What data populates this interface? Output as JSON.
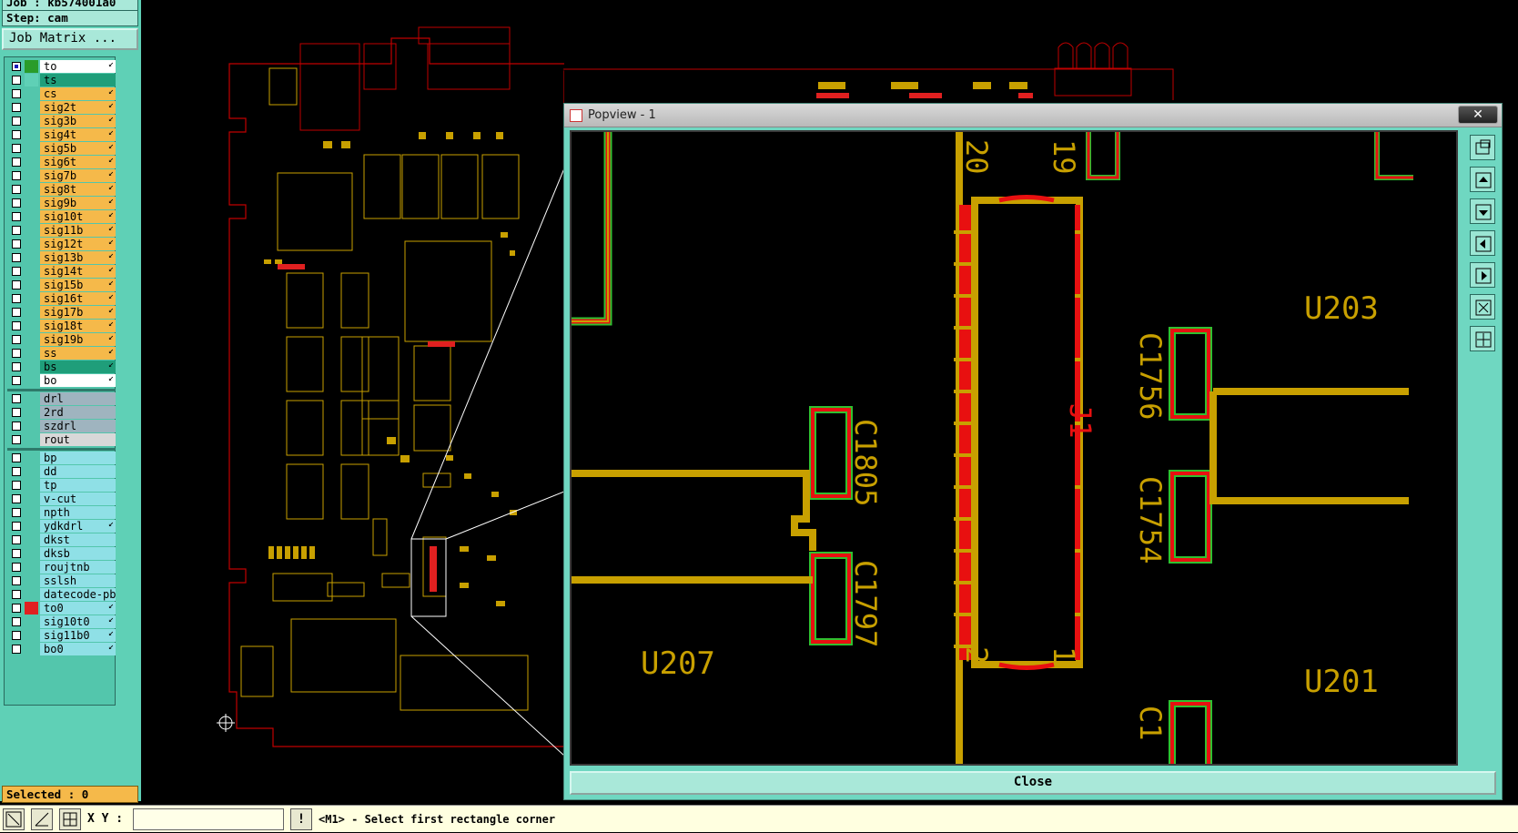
{
  "left_panel": {
    "job_text": "Job : kb574001a0",
    "step_text": "Step: cam",
    "job_matrix_label": "Job Matrix ...",
    "selected_text": "Selected : 0",
    "layers": [
      {
        "name": "to",
        "swatch": "#2a9c2a",
        "bg": "#ffffff",
        "arrow": "↙",
        "selected": true
      },
      {
        "name": "ts",
        "swatch": "#5fd0b6",
        "bg": "#1f9e7a",
        "arrow": ""
      },
      {
        "name": "cs",
        "swatch": "",
        "bg": "#f5b94a",
        "arrow": "↙"
      },
      {
        "name": "sig2t",
        "swatch": "",
        "bg": "#f5b94a",
        "arrow": "↙"
      },
      {
        "name": "sig3b",
        "swatch": "",
        "bg": "#f5b94a",
        "arrow": "↙"
      },
      {
        "name": "sig4t",
        "swatch": "",
        "bg": "#f5b94a",
        "arrow": "↙"
      },
      {
        "name": "sig5b",
        "swatch": "",
        "bg": "#f5b94a",
        "arrow": "↙"
      },
      {
        "name": "sig6t",
        "swatch": "",
        "bg": "#f5b94a",
        "arrow": "↙"
      },
      {
        "name": "sig7b",
        "swatch": "",
        "bg": "#f5b94a",
        "arrow": "↙"
      },
      {
        "name": "sig8t",
        "swatch": "",
        "bg": "#f5b94a",
        "arrow": "↙"
      },
      {
        "name": "sig9b",
        "swatch": "",
        "bg": "#f5b94a",
        "arrow": "↙"
      },
      {
        "name": "sig10t",
        "swatch": "",
        "bg": "#f5b94a",
        "arrow": "↙"
      },
      {
        "name": "sig11b",
        "swatch": "",
        "bg": "#f5b94a",
        "arrow": "↙"
      },
      {
        "name": "sig12t",
        "swatch": "",
        "bg": "#f5b94a",
        "arrow": "↙"
      },
      {
        "name": "sig13b",
        "swatch": "",
        "bg": "#f5b94a",
        "arrow": "↙"
      },
      {
        "name": "sig14t",
        "swatch": "",
        "bg": "#f5b94a",
        "arrow": "↙"
      },
      {
        "name": "sig15b",
        "swatch": "",
        "bg": "#f5b94a",
        "arrow": "↙"
      },
      {
        "name": "sig16t",
        "swatch": "",
        "bg": "#f5b94a",
        "arrow": "↙"
      },
      {
        "name": "sig17b",
        "swatch": "",
        "bg": "#f5b94a",
        "arrow": "↙"
      },
      {
        "name": "sig18t",
        "swatch": "",
        "bg": "#f5b94a",
        "arrow": "↙"
      },
      {
        "name": "sig19b",
        "swatch": "",
        "bg": "#f5b94a",
        "arrow": "↙"
      },
      {
        "name": "ss",
        "swatch": "",
        "bg": "#f5b94a",
        "arrow": "↙"
      },
      {
        "name": "bs",
        "swatch": "",
        "bg": "#1f9e7a",
        "arrow": "↙"
      },
      {
        "name": "bo",
        "swatch": "",
        "bg": "#ffffff",
        "arrow": "↙"
      },
      {
        "sep": true
      },
      {
        "name": "drl",
        "swatch": "",
        "bg": "#9fb4bf",
        "arrow": ""
      },
      {
        "name": "2rd",
        "swatch": "",
        "bg": "#9fb4bf",
        "arrow": ""
      },
      {
        "name": "szdrl",
        "swatch": "",
        "bg": "#9fb4bf",
        "arrow": ""
      },
      {
        "name": "rout",
        "swatch": "",
        "bg": "#d8d8d8",
        "arrow": ""
      },
      {
        "sep": true
      },
      {
        "name": "bp",
        "swatch": "",
        "bg": "#8fe0e6",
        "arrow": ""
      },
      {
        "name": "dd",
        "swatch": "",
        "bg": "#8fe0e6",
        "arrow": ""
      },
      {
        "name": "tp",
        "swatch": "",
        "bg": "#8fe0e6",
        "arrow": ""
      },
      {
        "name": "v-cut",
        "swatch": "",
        "bg": "#8fe0e6",
        "arrow": ""
      },
      {
        "name": "npth",
        "swatch": "",
        "bg": "#8fe0e6",
        "arrow": ""
      },
      {
        "name": "ydkdrl",
        "swatch": "",
        "bg": "#8fe0e6",
        "arrow": "↙"
      },
      {
        "name": "dkst",
        "swatch": "",
        "bg": "#8fe0e6",
        "arrow": ""
      },
      {
        "name": "dksb",
        "swatch": "",
        "bg": "#8fe0e6",
        "arrow": ""
      },
      {
        "name": "roujtnb",
        "swatch": "",
        "bg": "#8fe0e6",
        "arrow": ""
      },
      {
        "name": "sslsh",
        "swatch": "",
        "bg": "#8fe0e6",
        "arrow": ""
      },
      {
        "name": "datecode-pb",
        "swatch": "",
        "bg": "#8fe0e6",
        "arrow": ""
      },
      {
        "name": "to0",
        "swatch": "#e02020",
        "bg": "#8fe0e6",
        "arrow": "↙"
      },
      {
        "name": "sig10t0",
        "swatch": "",
        "bg": "#8fe0e6",
        "arrow": "↙"
      },
      {
        "name": "sig11b0",
        "swatch": "",
        "bg": "#8fe0e6",
        "arrow": "↙"
      },
      {
        "name": "bo0",
        "swatch": "",
        "bg": "#8fe0e6",
        "arrow": "↙"
      }
    ]
  },
  "bottom_bar": {
    "xy_label": "X Y :",
    "xy_value": "",
    "excl_label": "!",
    "status": "<M1> - Select first rectangle corner"
  },
  "popview": {
    "title": "Popview - 1",
    "close_x": "✕",
    "bottom_button": "Close",
    "labels": {
      "u203": "U203",
      "u207": "U207",
      "u201": "U201",
      "c1756": "C1756",
      "c1754": "C1754",
      "c1805": "C1805",
      "c1797": "C1797",
      "j1": "J1",
      "pin20": "20",
      "pin2": "2",
      "pin1": "1",
      "pin19": "19",
      "c_partial": "C1"
    }
  },
  "colors": {
    "copper": "#c8a000",
    "pad_red": "#e81010",
    "mask_green": "#30c030",
    "outline_red": "#c00000",
    "panel_teal": "#5fd0b6"
  }
}
